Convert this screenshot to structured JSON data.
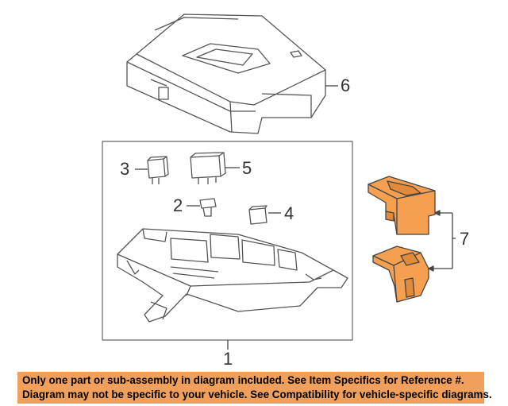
{
  "callouts": {
    "c1": "1",
    "c2": "2",
    "c3": "3",
    "c4": "4",
    "c5": "5",
    "c6": "6",
    "c7": "7"
  },
  "banner": {
    "line1": "Only one part or sub-assembly in diagram included. See Item Specifics for Reference #.",
    "line2": "Diagram may not be specific to your vehicle. See Compatibility for vehicle-specific diagrams."
  },
  "colors": {
    "banner_bg": "#f0a05a",
    "highlight_part": "#f5a050",
    "line_art": "#555555"
  }
}
